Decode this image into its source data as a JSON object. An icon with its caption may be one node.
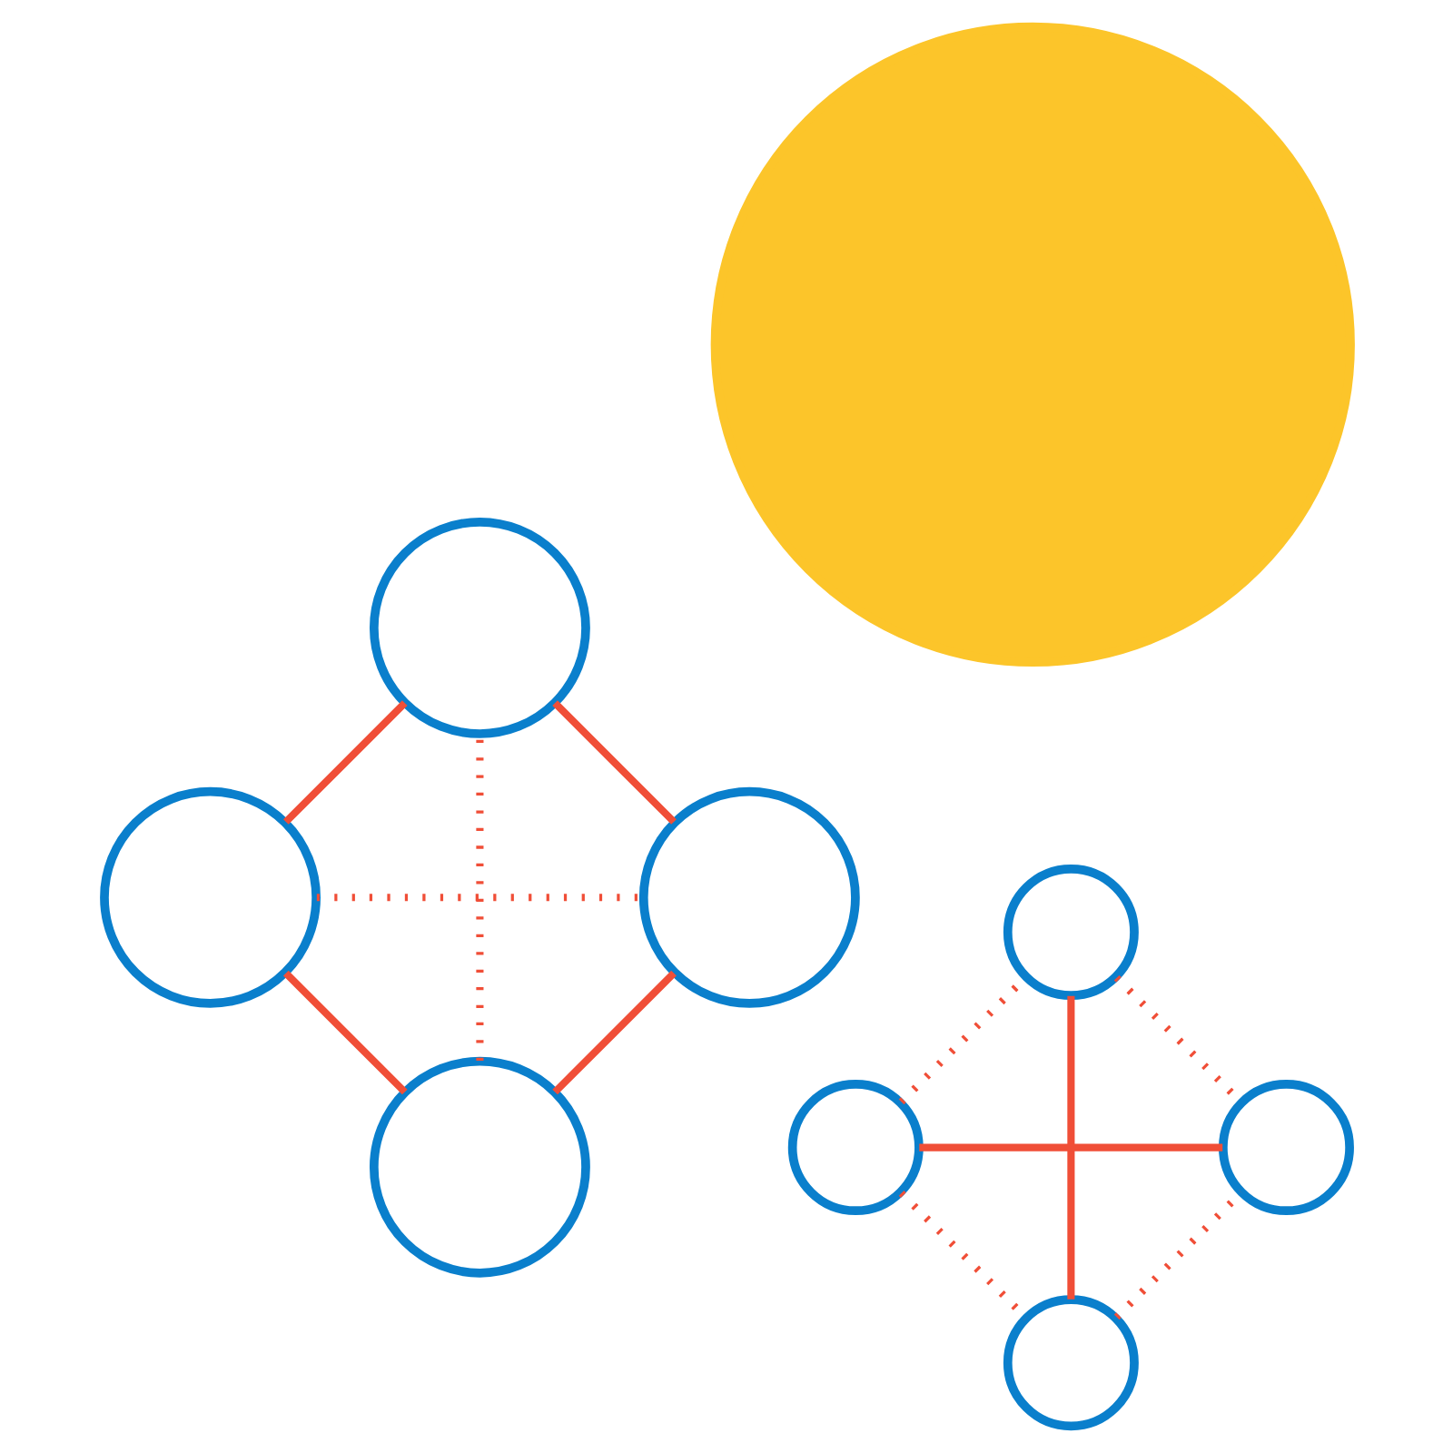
{
  "diagram": {
    "nodes": [
      {
        "text": [],
        "shape": "circle"
      },
      {
        "text": [],
        "shape": "circle"
      },
      {
        "text": [],
        "shape": "circle"
      },
      {
        "text": [],
        "shape": "circle"
      },
      {
        "text": [],
        "shape": "circle"
      },
      {
        "text": [],
        "shape": "circle"
      },
      {
        "text": [],
        "shape": "circle"
      },
      {
        "text": [],
        "shape": "circle"
      },
      {
        "text": [],
        "shape": "circle"
      }
    ],
    "edges": [
      {
        "from": 1,
        "to": 7,
        "arrow": "none"
      },
      {
        "from": 1,
        "to": 3,
        "arrow": "none"
      },
      {
        "from": 5,
        "to": 7,
        "arrow": "none"
      },
      {
        "from": 5,
        "to": 3,
        "arrow": "none"
      },
      {
        "from": 8,
        "to": 4,
        "arrow": "none"
      },
      {
        "from": 2,
        "to": 6,
        "arrow": "none"
      },
      {
        "from": 1,
        "to": 5,
        "arrow": "none",
        "style": "dashed"
      },
      {
        "from": 7,
        "to": 3,
        "arrow": "none",
        "style": "dashed"
      },
      {
        "from": 8,
        "to": 2,
        "arrow": "none",
        "style": "dashed"
      },
      {
        "from": 6,
        "to": 4,
        "arrow": "none",
        "style": "dashed"
      },
      {
        "from": 8,
        "to": 6,
        "arrow": "none",
        "style": "dashed"
      },
      {
        "from": 2,
        "to": 4,
        "arrow": "none",
        "style": "dashed"
      }
    ]
  }
}
